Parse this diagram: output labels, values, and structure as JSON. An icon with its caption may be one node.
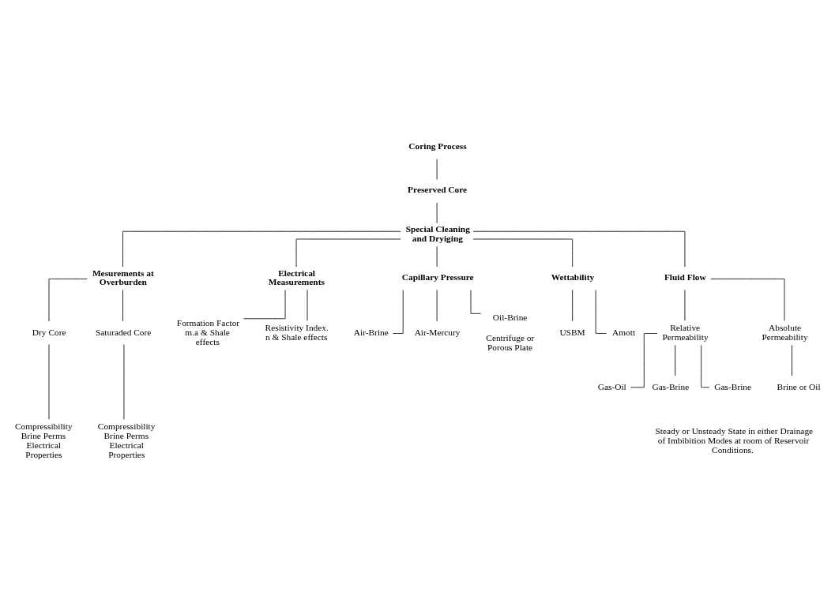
{
  "diagram": {
    "nodes": [
      {
        "text": [
          "Coring Process"
        ]
      },
      {
        "text": [
          "Preserved Core"
        ]
      },
      {
        "text": [
          "Special Cleaning and Dryiging"
        ]
      },
      {
        "text": [
          "Mesurements at Overburden"
        ]
      },
      {
        "text": [
          "Electrical Measurements"
        ]
      },
      {
        "text": [
          "Capillary Pressure"
        ]
      },
      {
        "text": [
          "Wettability"
        ]
      },
      {
        "text": [
          "Fluid Flow"
        ]
      },
      {
        "text": [
          "Formation Factor m.a & Shale effects"
        ]
      },
      {
        "text": [
          "Resistivity Index. n & Shale effects"
        ]
      },
      {
        "text": [
          "Air-Brine"
        ]
      },
      {
        "text": [
          "Air-Mercury"
        ]
      },
      {
        "text": [
          "Oil-Brine"
        ],
        "beside": [
          "Centrifuge or Porous Plate"
        ]
      },
      {
        "text": [
          "USBM"
        ]
      },
      {
        "text": [
          "Amott"
        ]
      },
      {
        "text": [
          "Dry Core"
        ]
      },
      {
        "text": [
          "Saturaded Core"
        ]
      },
      {
        "text": [
          "Compressibility Brine Perms Electrical Properties"
        ]
      },
      {
        "text": [
          "Compressibility Brine Perms Electrical Properties"
        ]
      },
      {
        "text": [
          "Relative Permeability"
        ]
      },
      {
        "text": [
          "Absolute Permeability"
        ]
      },
      {
        "text": [
          "Gas-Oil"
        ]
      },
      {
        "text": [
          "Gas-Brine"
        ]
      },
      {
        "text": [
          "Gas-Brine"
        ]
      },
      {
        "text": [
          "Brine or Oil"
        ]
      }
    ],
    "edges": [
      {
        "from": 0,
        "to": 1,
        "arrow": "none"
      },
      {
        "from": 1,
        "to": 2,
        "arrow": "none"
      },
      {
        "from": 2,
        "to": 3,
        "arrow": "none"
      },
      {
        "from": 2,
        "to": 4,
        "arrow": "none"
      },
      {
        "from": 2,
        "to": 5,
        "arrow": "none"
      },
      {
        "from": 2,
        "to": 6,
        "arrow": "none"
      },
      {
        "from": 2,
        "to": 7,
        "arrow": "none"
      },
      {
        "from": 4,
        "to": 8,
        "arrow": "none"
      },
      {
        "from": 4,
        "to": 9,
        "arrow": "none"
      },
      {
        "from": 5,
        "to": 10,
        "arrow": "none"
      },
      {
        "from": 5,
        "to": 11,
        "arrow": "none"
      },
      {
        "from": 5,
        "to": 12,
        "arrow": "none"
      },
      {
        "from": 6,
        "to": 13,
        "arrow": "none"
      },
      {
        "from": 6,
        "to": 14,
        "arrow": "none"
      },
      {
        "from": 3,
        "to": 15,
        "arrow": "none"
      },
      {
        "from": 3,
        "to": 16,
        "arrow": "none"
      },
      {
        "from": 15,
        "to": 17,
        "arrow": "none"
      },
      {
        "from": 16,
        "to": 18,
        "arrow": "none"
      },
      {
        "from": 7,
        "to": 19,
        "arrow": "none"
      },
      {
        "from": 7,
        "to": 20,
        "arrow": "none"
      },
      {
        "from": 19,
        "to": 21,
        "arrow": "none"
      },
      {
        "from": 19,
        "to": 22,
        "arrow": "none"
      },
      {
        "from": 19,
        "to": 23,
        "arrow": "none"
      },
      {
        "from": 20,
        "to": 24,
        "arrow": "none"
      }
    ],
    "labels": [
      "Steady or Unsteady State in either Drainage of Imbibition Modes at room of Reservoir Conditions."
    ]
  }
}
